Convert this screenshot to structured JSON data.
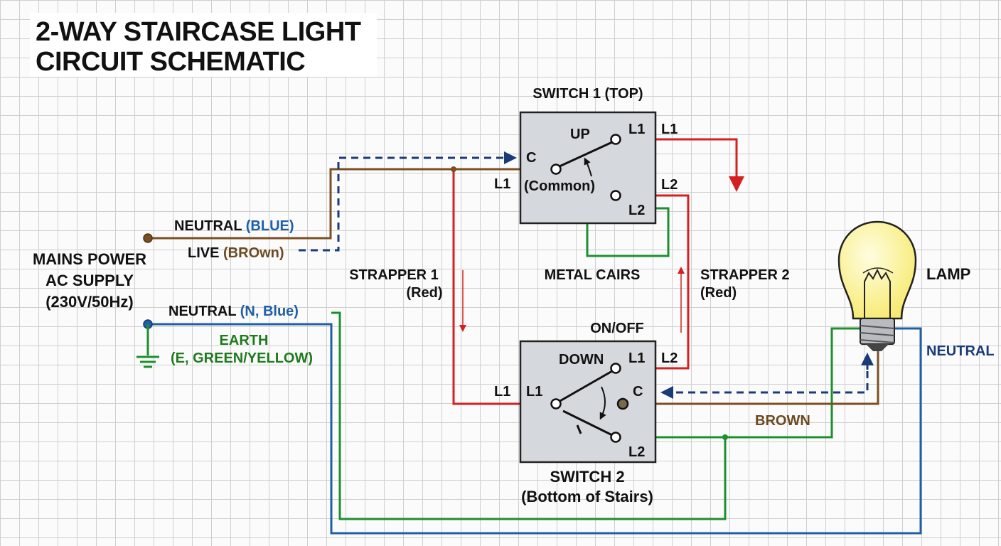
{
  "title": {
    "line1": "2-WAY STAIRCASE LIGHT",
    "line2": "CIRCUIT SCHEMATIC"
  },
  "supply": {
    "line1": "MAINS POWER",
    "line2": "AC SUPPLY",
    "line3": "(230V/50Hz)",
    "neutral_prefix": "NEUTRAL ",
    "neutral_color": "(BLUE)",
    "live_prefix": "LIVE ",
    "live_color": "(BROwn)",
    "neutral2_prefix": "NEUTRAL ",
    "neutral2_color": "(N, Blue)",
    "earth_line1": "EARTH",
    "earth_line2": "(E, GREEN/YELLOW)"
  },
  "switch1": {
    "title": "SWITCH 1 (TOP)",
    "position": "UP",
    "terminal_c": "C",
    "terminal_l1": "L1",
    "terminal_l2": "L2",
    "common": "(Common)",
    "outer_l1_left": "L1",
    "outer_l1_right": "L1",
    "outer_l2_right": "L2"
  },
  "switch2": {
    "title_line1": "SWITCH 2",
    "title_line2": "(Bottom of Stairs)",
    "state": "ON/OFF",
    "position": "DOWN",
    "terminal_c": "C",
    "terminal_l1": "L1",
    "terminal_l1_left": "L1",
    "terminal_l2": "L2",
    "outer_l1_left": "L1",
    "outer_l2_right": "L2"
  },
  "strapper1": {
    "line1": "STRAPPER 1",
    "line2": "(Red)"
  },
  "strapper2": {
    "line1": "STRAPPER 2",
    "line2": "(Red)"
  },
  "metal_label": "METAL CAIRS",
  "lamp": {
    "label": "LAMP",
    "neutral": "NEUTRAL",
    "brown": "BROWN"
  },
  "colors": {
    "live_brown": "#7a4f24",
    "neutral_blue": "#1f5fa8",
    "strapper_red": "#d42020",
    "earth_green": "#1e8f2e",
    "dashed_navy": "#1a3b78",
    "switch_fill": "#d5d9dd",
    "bulb_yellow": "#fdf59a"
  }
}
